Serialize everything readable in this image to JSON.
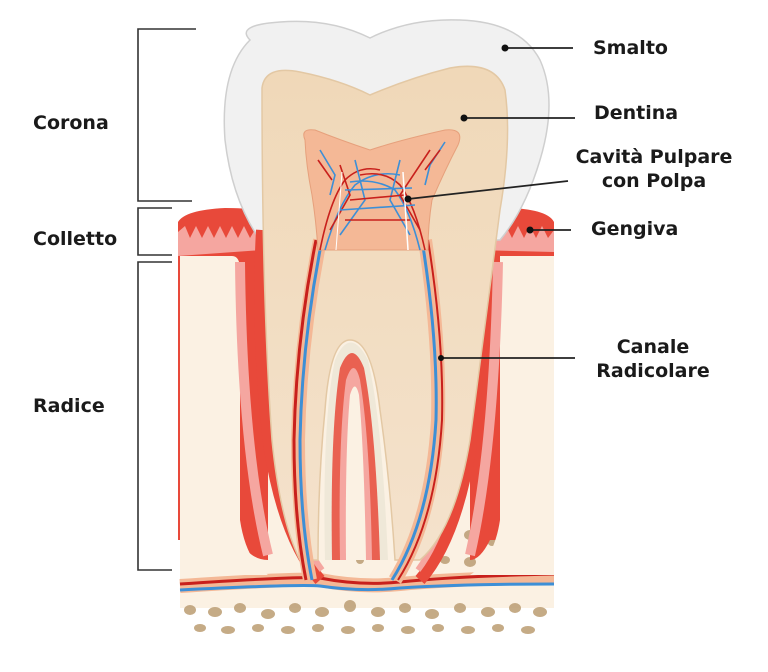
{
  "diagram": {
    "type": "anatomical-cross-section",
    "subject": "tooth",
    "language": "it"
  },
  "regions": [
    {
      "id": "corona",
      "label": "Corona"
    },
    {
      "id": "colletto",
      "label": "Colletto"
    },
    {
      "id": "radice",
      "label": "Radice"
    }
  ],
  "parts": [
    {
      "id": "smalto",
      "label": "Smalto"
    },
    {
      "id": "dentina",
      "label": "Dentina"
    },
    {
      "id": "cavita",
      "label_line1": "Cavità Pulpare",
      "label_line2": "con Polpa"
    },
    {
      "id": "gengiva",
      "label": "Gengiva"
    },
    {
      "id": "canale",
      "label_line1": "Canale",
      "label_line2": "Radicolare"
    }
  ],
  "colors": {
    "enamel": "#f1f1f1",
    "dentin": "#f2dcc0",
    "pulp": "#f4b896",
    "gum": "#e8493a",
    "gum_light": "#f5a6a0",
    "bone": "#fbf1e3",
    "bone_pores": "#bfa27a",
    "artery": "#c8201c",
    "vein": "#3d8fd6",
    "leader": "#222222"
  }
}
